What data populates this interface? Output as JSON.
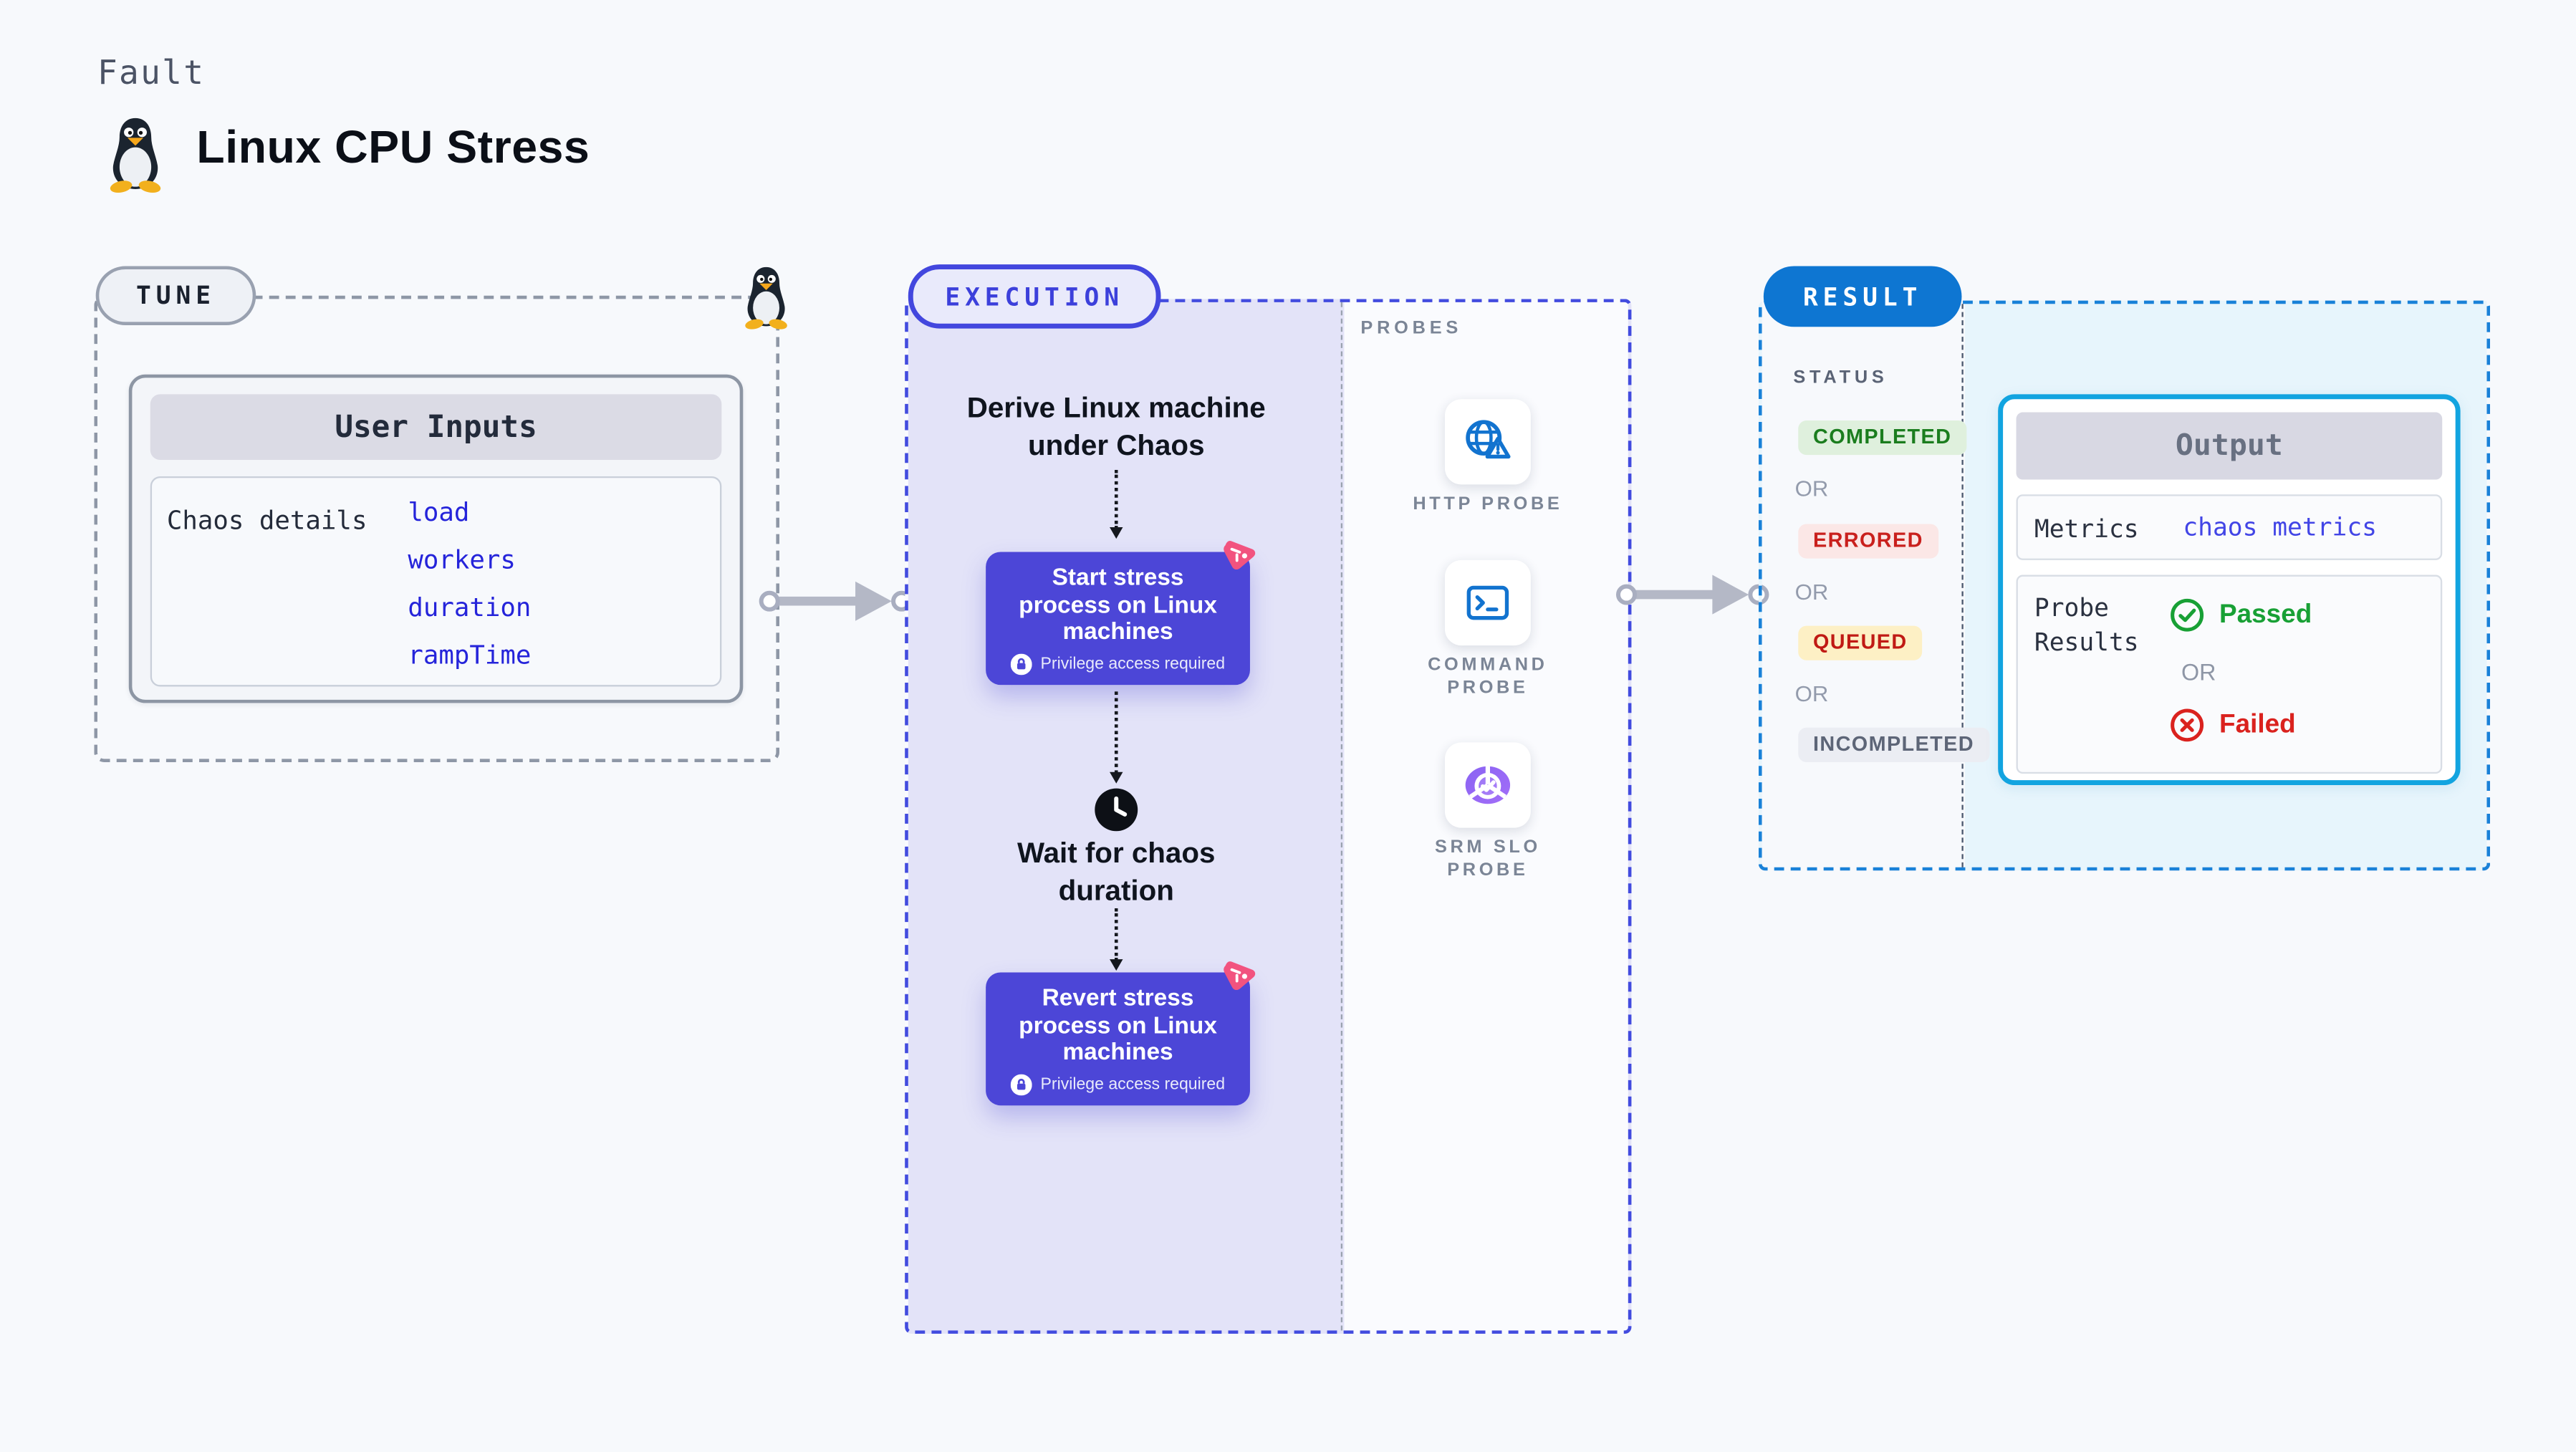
{
  "page": {
    "fault_label": "Fault",
    "title": "Linux CPU Stress"
  },
  "tune": {
    "pill": "TUNE",
    "card_header": "User Inputs",
    "row_label": "Chaos details",
    "links": [
      "load",
      "workers",
      "duration",
      "rampTime"
    ]
  },
  "execution": {
    "pill": "EXECUTION",
    "derive_step": "Derive Linux machine\nunder Chaos",
    "start_node": "Start stress\nprocess on Linux\nmachines",
    "privilege_note": "Privilege access required",
    "wait_step": "Wait for chaos\nduration",
    "revert_node": "Revert stress\nprocess on Linux\nmachines"
  },
  "probes": {
    "label": "PROBES",
    "items": [
      {
        "label": "HTTP PROBE",
        "icon": "globe-alert-icon"
      },
      {
        "label": "COMMAND\nPROBE",
        "icon": "terminal-icon"
      },
      {
        "label": "SRM SLO\nPROBE",
        "icon": "slo-donut-icon"
      }
    ]
  },
  "result": {
    "pill": "RESULT",
    "status_label": "STATUS",
    "or_label": "OR",
    "statuses": [
      {
        "label": "COMPLETED",
        "color": "#1b7d1e",
        "bg": "#dff0dd"
      },
      {
        "label": "ERRORED",
        "color": "#c9201d",
        "bg": "#fbe7e6"
      },
      {
        "label": "QUEUED",
        "color": "#c01a14",
        "bg": "#fdf0c5"
      },
      {
        "label": "INCOMPLETED",
        "color": "#5d6577",
        "bg": "#ebedf3"
      }
    ],
    "output": {
      "header": "Output",
      "metrics_label": "Metrics",
      "metrics_value": "chaos metrics",
      "probe_results_label": "Probe\nResults",
      "passed": "Passed",
      "or": "OR",
      "failed": "Failed"
    }
  },
  "colors": {
    "accent_indigo": "#4347de",
    "node_purple": "#4c46d7",
    "result_pill_blue": "#0e76d2",
    "result_border_blue": "#1981d8",
    "output_border_cyan": "#12a4e0",
    "link_blue": "#2524da",
    "passed_green": "#18a035",
    "failed_red": "#da221e",
    "probe_icon_blue": "#1273cf",
    "slo_purple": "#8a63f3",
    "chaos_pink": "#f2537f",
    "tux_orange": "#f2b01d",
    "lavender_bg": "#e3e3f8",
    "cyan_bg": "#e7f5fc"
  }
}
